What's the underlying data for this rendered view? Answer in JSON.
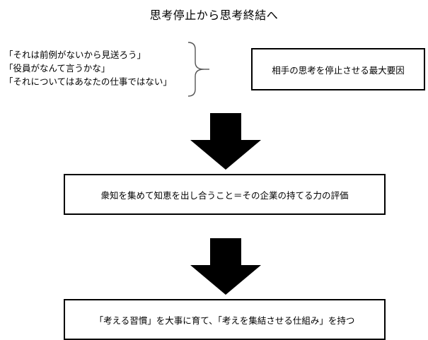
{
  "title": "思考停止から思考終結へ",
  "quotes": [
    "「それは前例がないから見送ろう」",
    "「役員がなんて言うかな」",
    "「それについてはあなたの仕事ではない」"
  ],
  "cause_box": "相手の思考を停止させる最大要因",
  "evaluation_box": "衆知を集めて知恵を出し合うこと＝その企業の持てる力の評価",
  "habit_box": "「考える習慣」を大事に育て、「考えを集結させる仕組み」を持つ"
}
